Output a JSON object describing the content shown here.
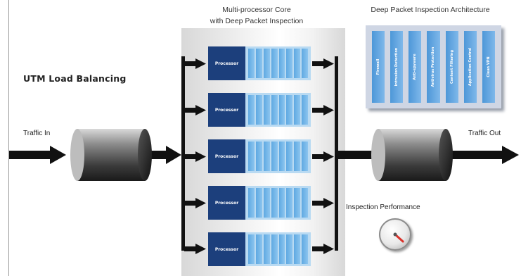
{
  "title": "UTM Load Balancing",
  "core_header": [
    "Multi-processor Core",
    "with Deep Packet Inspection"
  ],
  "dpi_header": "Deep Packet Inspection Architecture",
  "traffic_in": "Traffic In",
  "traffic_out": "Traffic Out",
  "inspection_performance": "Inspection Performance",
  "processor_label": "Processor",
  "processors": [
    "Processor",
    "Processor",
    "Processor",
    "Processor",
    "Processor"
  ],
  "dpi_modules": [
    "Firewall",
    "Intrusion Detection",
    "Anti-spyware",
    "Antivirus Protection",
    "Content Filtering",
    "Application Control",
    "Clean VPN"
  ],
  "colors": {
    "processor_box": "#1c3f7c",
    "lanes": "#5fa9e2",
    "dpi_panel": "#cfd6e4",
    "arrows": "#111111",
    "gauge_needle": "#d9322b"
  },
  "gauge_level": 0.7
}
